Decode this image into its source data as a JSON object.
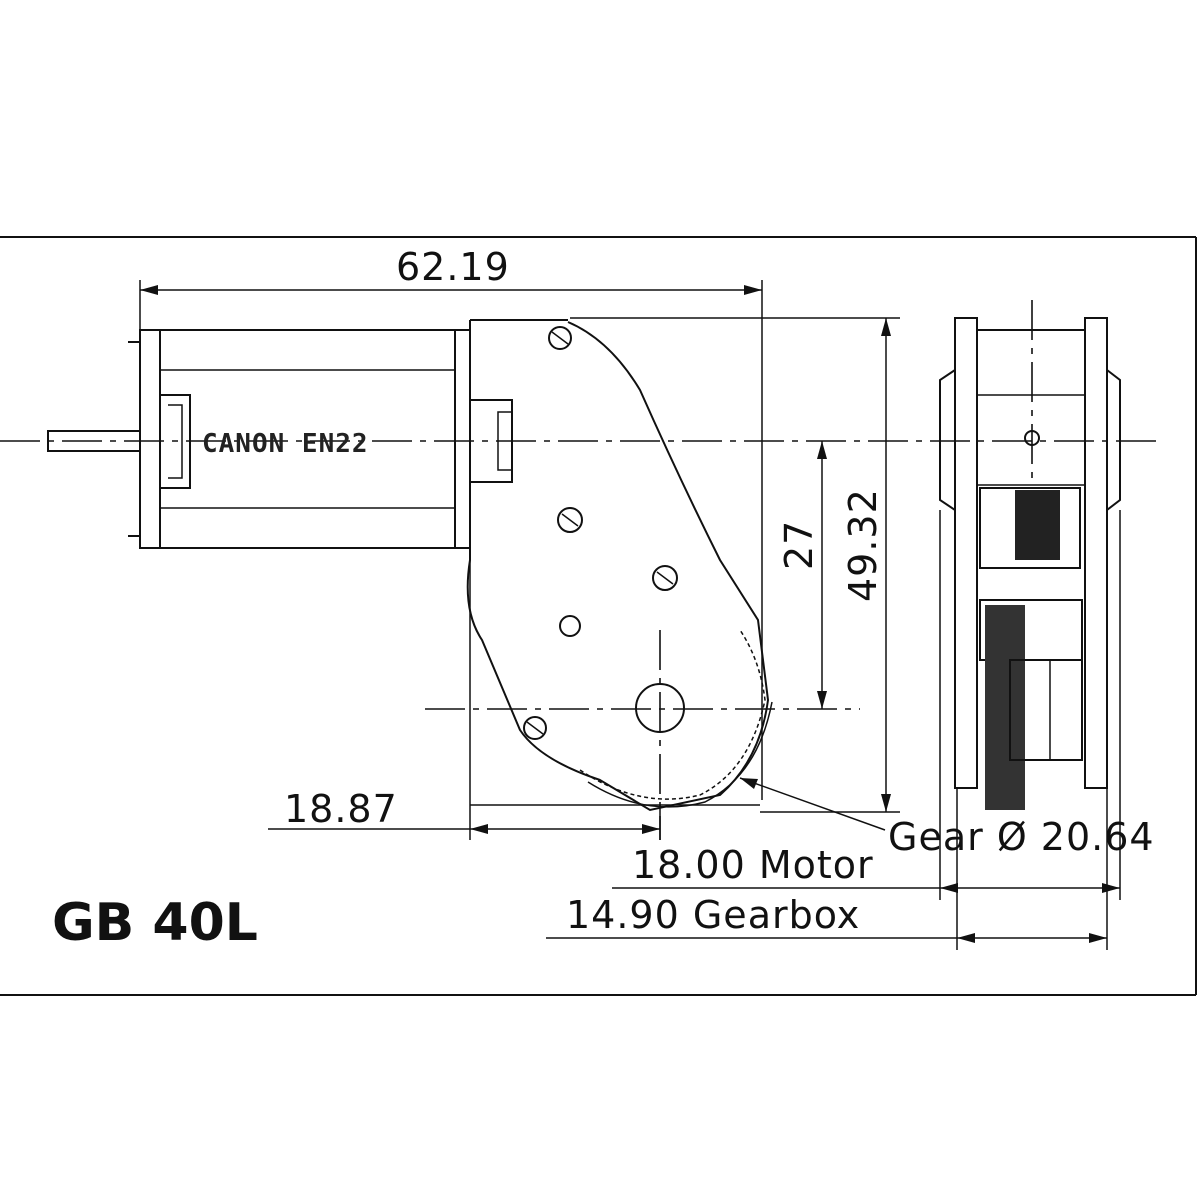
{
  "model": "GB 40L",
  "motor_brand": "CANON EN22",
  "dimensions": {
    "overall_length": "62.19",
    "height": "49.32",
    "center_distance": "27",
    "output_offset": "18.87",
    "gear": "Gear Ø 20.64",
    "motor_width": "18.00 Motor",
    "gearbox_width": "14.90 Gearbox"
  }
}
